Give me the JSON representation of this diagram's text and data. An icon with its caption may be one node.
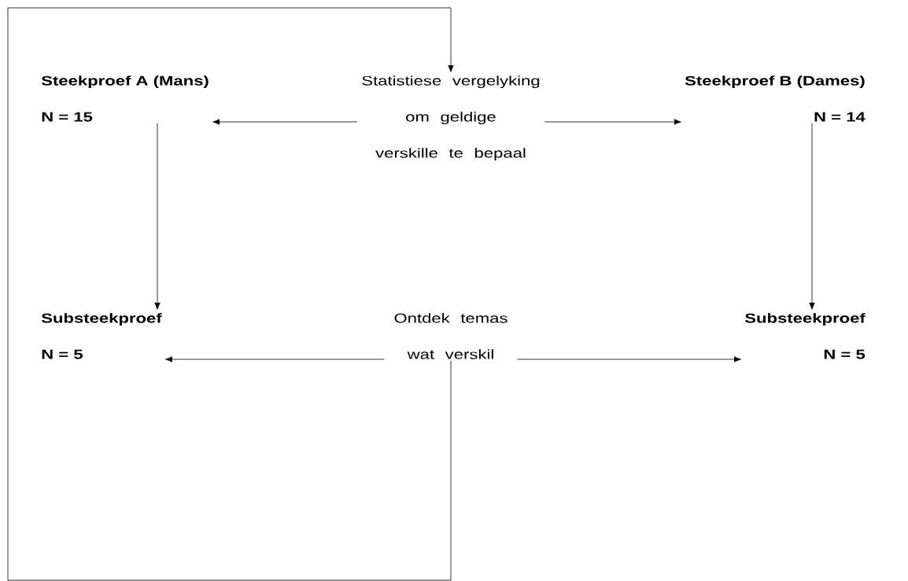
{
  "diagram": {
    "nodes": [
      {
        "text": [
          "Steekproef A (Mans)",
          "N = 15"
        ]
      },
      {
        "text": [
          "Statistiese vergelyking om geldige verskille te bepaal"
        ]
      },
      {
        "text": [
          "Steekproef B (Dames)",
          "N = 14"
        ]
      },
      {
        "text": [
          "Substeekproef",
          "N = 5"
        ]
      },
      {
        "text": [
          "Ontdek temas wat verskil"
        ]
      },
      {
        "text": [
          "Substeekproef",
          "N = 5"
        ]
      }
    ],
    "edges": [
      {
        "from": 1,
        "to": 0,
        "arrow": "to"
      },
      {
        "from": 1,
        "to": 2,
        "arrow": "to"
      },
      {
        "from": 0,
        "to": 3,
        "arrow": "to"
      },
      {
        "from": 2,
        "to": 5,
        "arrow": "to"
      },
      {
        "from": 4,
        "to": 3,
        "arrow": "to"
      },
      {
        "from": 4,
        "to": 5,
        "arrow": "to"
      },
      {
        "from": 4,
        "to": 1,
        "arrow": "to"
      }
    ]
  }
}
